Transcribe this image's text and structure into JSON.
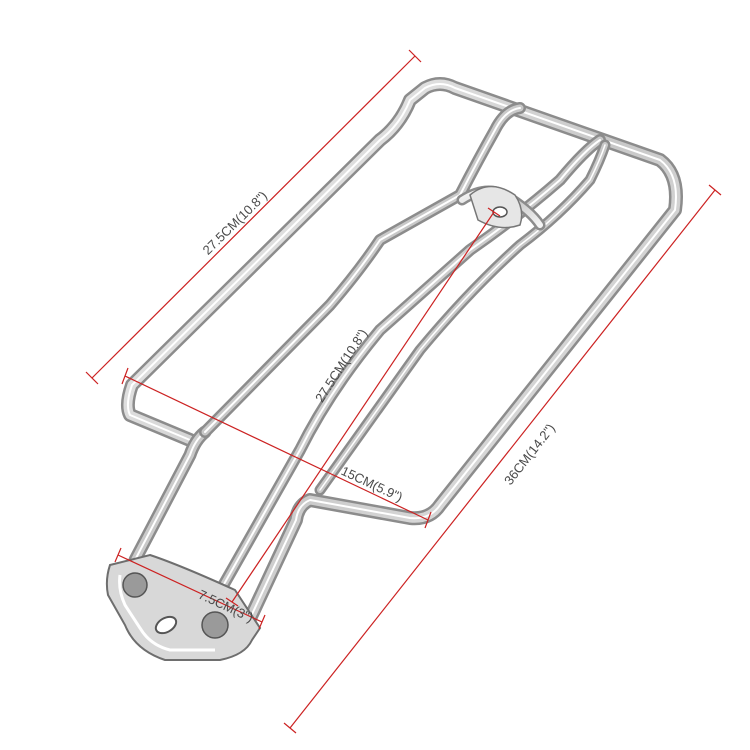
{
  "dimensions": {
    "top_length": "27.5CM(10.8\")",
    "inner_length": "27.5CM(10.8\")",
    "width": "15CM(5.9\")",
    "total_length": "36CM(14.2\")",
    "mount_width": "7.5CM(3\")"
  },
  "colors": {
    "dimension_line": "#cc2222",
    "label_text": "#4a4a4a",
    "chrome_dark": "#8a8a8a",
    "chrome_light": "#f2f2f2"
  }
}
